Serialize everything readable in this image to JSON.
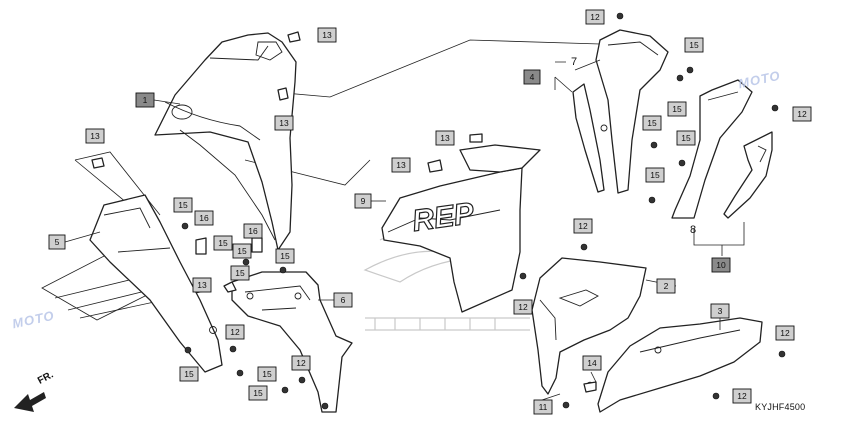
{
  "diagram_code": "KYJHF4500",
  "front_label": "FR.",
  "watermark": "MOTO",
  "decal_text": "REP",
  "callouts": [
    {
      "id": "c-4",
      "text": "4",
      "style": "dark"
    },
    {
      "id": "c-7",
      "text": "7",
      "style": "plain"
    },
    {
      "id": "c-8",
      "text": "8",
      "style": "plain"
    },
    {
      "id": "c-10",
      "text": "10",
      "style": "dark"
    },
    {
      "id": "c-1",
      "text": "1",
      "style": "dark"
    },
    {
      "id": "c-2",
      "text": "2",
      "style": "box"
    },
    {
      "id": "c-3",
      "text": "3",
      "style": "box"
    },
    {
      "id": "c-5",
      "text": "5",
      "style": "box"
    },
    {
      "id": "c-6",
      "text": "6",
      "style": "box"
    },
    {
      "id": "c-9",
      "text": "9",
      "style": "box"
    },
    {
      "id": "c-11",
      "text": "11",
      "style": "box"
    },
    {
      "id": "c-14",
      "text": "14",
      "style": "box"
    },
    {
      "id": "c-16a",
      "text": "16",
      "style": "box"
    },
    {
      "id": "c-16b",
      "text": "16",
      "style": "box"
    },
    {
      "id": "c-13a",
      "text": "13",
      "style": "box"
    },
    {
      "id": "c-13b",
      "text": "13",
      "style": "box"
    },
    {
      "id": "c-13c",
      "text": "13",
      "style": "box"
    },
    {
      "id": "c-13d",
      "text": "13",
      "style": "box"
    },
    {
      "id": "c-13e",
      "text": "13",
      "style": "box"
    },
    {
      "id": "c-13f",
      "text": "13",
      "style": "box"
    },
    {
      "id": "c-12a",
      "text": "12",
      "style": "box"
    },
    {
      "id": "c-12b",
      "text": "12",
      "style": "box"
    },
    {
      "id": "c-12c",
      "text": "12",
      "style": "box"
    },
    {
      "id": "c-12d",
      "text": "12",
      "style": "box"
    },
    {
      "id": "c-12e",
      "text": "12",
      "style": "box"
    },
    {
      "id": "c-12f",
      "text": "12",
      "style": "box"
    },
    {
      "id": "c-12g",
      "text": "12",
      "style": "box"
    },
    {
      "id": "c-12h",
      "text": "12",
      "style": "box"
    },
    {
      "id": "c-15a",
      "text": "15",
      "style": "box"
    },
    {
      "id": "c-15b",
      "text": "15",
      "style": "box"
    },
    {
      "id": "c-15c",
      "text": "15",
      "style": "box"
    },
    {
      "id": "c-15d",
      "text": "15",
      "style": "box"
    },
    {
      "id": "c-15e",
      "text": "15",
      "style": "box"
    },
    {
      "id": "c-15f",
      "text": "15",
      "style": "box"
    },
    {
      "id": "c-15g",
      "text": "15",
      "style": "box"
    },
    {
      "id": "c-15h",
      "text": "15",
      "style": "box"
    },
    {
      "id": "c-15i",
      "text": "15",
      "style": "box"
    },
    {
      "id": "c-15j",
      "text": "15",
      "style": "box"
    },
    {
      "id": "c-15k",
      "text": "15",
      "style": "box"
    },
    {
      "id": "c-15l",
      "text": "15",
      "style": "box"
    },
    {
      "id": "c-15m",
      "text": "15",
      "style": "box"
    }
  ]
}
